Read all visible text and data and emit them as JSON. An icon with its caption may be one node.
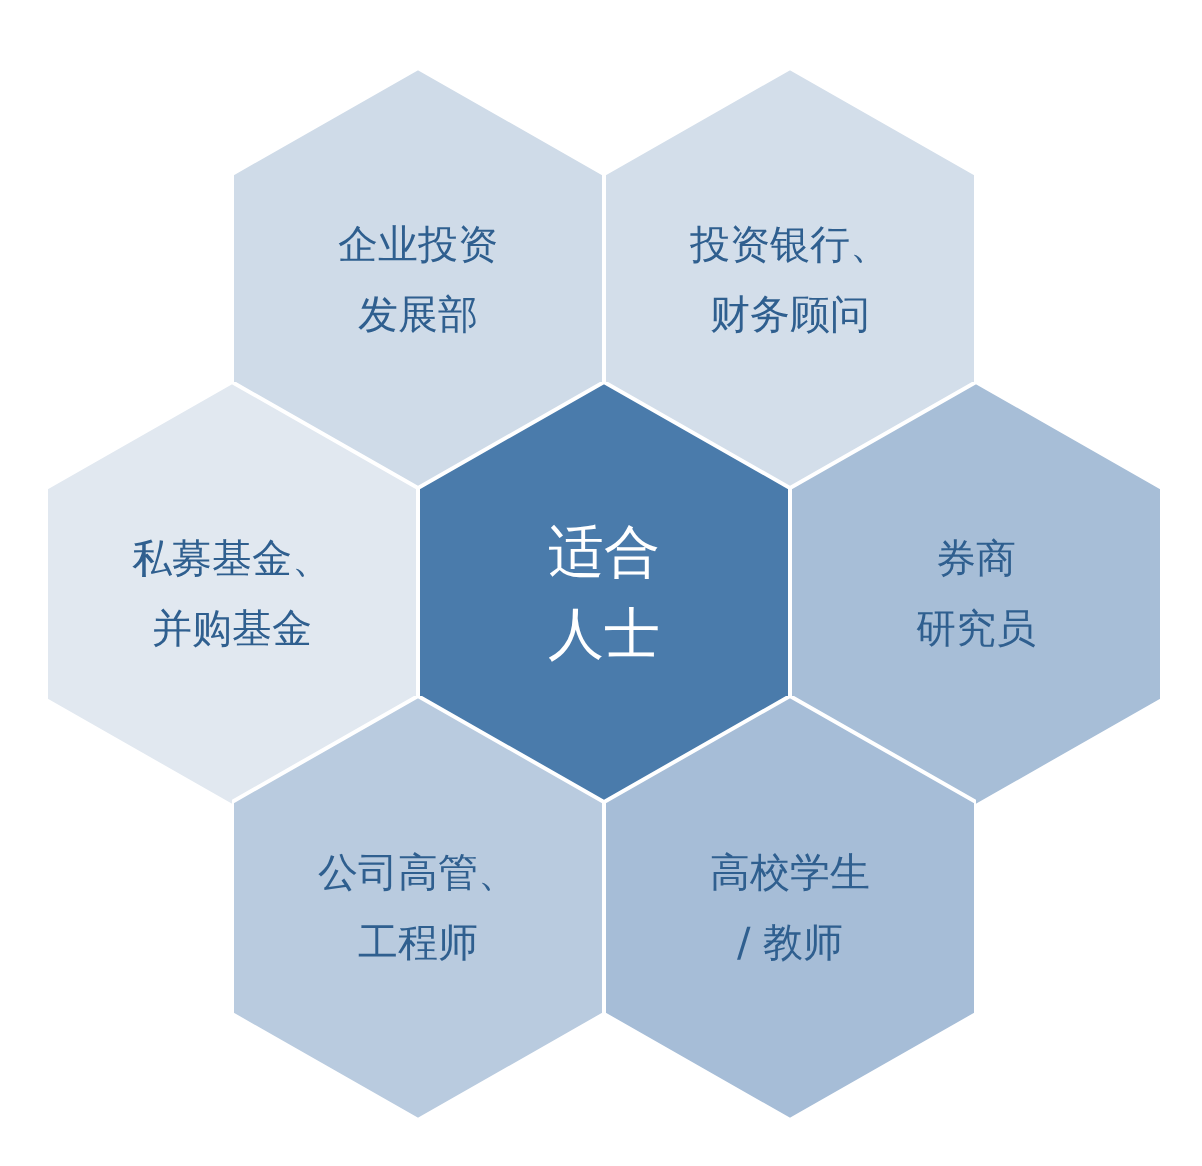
{
  "diagram": {
    "nodes": [
      {
        "text": [
          "企业投资发展部"
        ]
      },
      {
        "text": [
          "投资银行、财务顾问"
        ]
      },
      {
        "text": [
          "私募基金、并购基金"
        ]
      },
      {
        "text": [
          "适合人士"
        ]
      },
      {
        "text": [
          "券商研究员"
        ]
      },
      {
        "text": [
          "公司高管、工程师"
        ]
      },
      {
        "text": [
          "高校学生/ 教师"
        ]
      }
    ]
  }
}
